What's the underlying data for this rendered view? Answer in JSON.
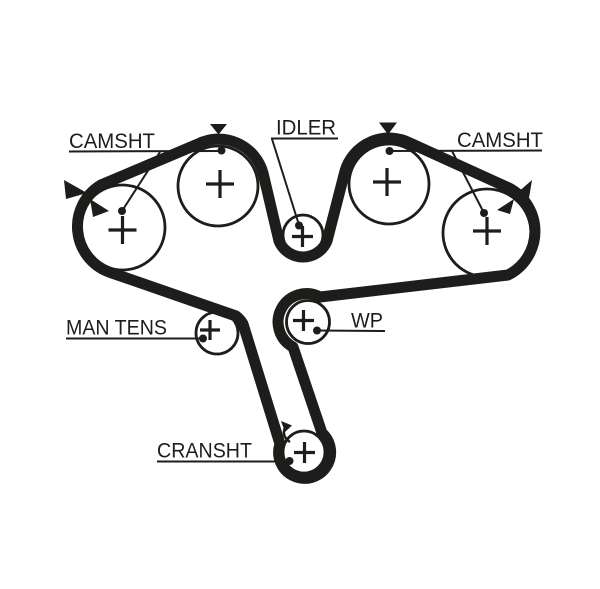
{
  "diagram": {
    "type": "timing-belt-routing",
    "background": "#ffffff",
    "line_color": "#1d1d1b",
    "labels": {
      "camshaft_left": "CAMSHT",
      "camshaft_right": "CAMSHT",
      "idler": "IDLER",
      "manual_tensioner": "MAN TENS",
      "water_pump": "WP",
      "crankshaft": "CRANSHT"
    }
  }
}
